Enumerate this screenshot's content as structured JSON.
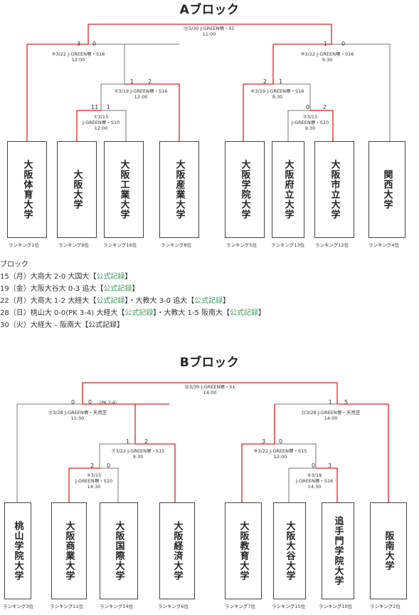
{
  "blockA": {
    "title": "Aブロック",
    "teams": [
      "大阪体育大学",
      "大阪大学",
      "大阪工業大学",
      "大阪産業大学",
      "大阪学院大学",
      "大阪府立大学",
      "大阪市立大学",
      "関西大学"
    ],
    "ranks": [
      "ランキング1位",
      "ランキング9位",
      "ランキング16位",
      "ランキング8位",
      "ランキング5位",
      "ランキング13位",
      "ランキング12位",
      "ランキング4位"
    ],
    "matches": {
      "final": [
        "⑬3/30 J-GREEN堺・S1",
        "11:00"
      ],
      "semi_left": [
        "⑨3/22 J-GREEN堺・S16",
        "12:00"
      ],
      "semi_right": [
        "⑩3/22 J-GREEN堺・S16",
        "9:30"
      ],
      "q_left": [
        "⑤3/19 J-GREEN堺・S16",
        "12:00"
      ],
      "q_right": [
        "⑥3/19 J-GREEN堺・S16",
        "9:30"
      ],
      "r1_left": [
        "①3/15",
        "J-GREEN堺・S10",
        "12:00"
      ],
      "r1_right": [
        "②3/15",
        "J-GREEN堺・S10",
        "9:30"
      ]
    },
    "scores": {
      "final": [
        "3",
        "0",
        "1",
        "0"
      ],
      "q_left": [
        "1",
        "2"
      ],
      "q_right": [
        "2",
        "1"
      ],
      "r1_left": [
        "11",
        "1"
      ],
      "r1_right": [
        "0",
        "2"
      ]
    }
  },
  "results": {
    "rows": [
      [
        "ブロック"
      ],
      [
        "15（月）大商大 2-0 大国大【",
        "公式記録",
        "】"
      ],
      [
        "19（金）大阪大谷大 0-3 追大【",
        "公式記録",
        "】"
      ],
      [
        "22（月）大商大 1-2 大経大【",
        "公式記録",
        "】・大教大 3-0 追大【",
        "公式記録",
        "】"
      ],
      [
        "28（日）桃山大 0-0(PK 3-4) 大経大【",
        "公式記録",
        "】・大教大 1-5 阪南大【",
        "公式記録",
        "】"
      ],
      [
        "30（火）大経大 – 阪南大【公式記録】"
      ]
    ]
  },
  "blockB": {
    "title": "Bブロック",
    "teams": [
      "桃山学院大学",
      "大阪商業大学",
      "大阪国際大学",
      "大阪経済大学",
      "大阪教育大学",
      "大阪大谷大学",
      "追手門学院大学",
      "阪南大学"
    ],
    "ranks": [
      "ランキング3位",
      "ランキング11位",
      "ランキング14位",
      "ランキング6位",
      "ランキング7位",
      "ランキング15位",
      "ランキング10位",
      "ランキング2位"
    ],
    "matches": {
      "final": [
        "⑭3/30 J-GREEN堺・S1",
        "14:00"
      ],
      "semi_left": [
        "⑪3/28 J-GREEN堺・天然芝",
        "11:00"
      ],
      "semi_right": [
        "⑫3/28 J-GREEN堺・天然芝",
        "14:00"
      ],
      "q_left": [
        "⑦3/22 J-GREEN堺・S15",
        "9:30"
      ],
      "q_right": [
        "⑧3/22 J-GREEN堺・S15",
        "12:00"
      ],
      "r1_left": [
        "③3/15",
        "J-GREEN堺・S10",
        "14:30"
      ],
      "r1_right": [
        "④3/19",
        "J-GREEN堺・S16",
        "14:30"
      ]
    },
    "scores": {
      "final": [
        "0",
        "0",
        "1",
        "5"
      ],
      "pk": "(PK 3-4)",
      "q_left": [
        "1",
        "2"
      ],
      "q_right": [
        "3",
        "0"
      ],
      "r1_left": [
        "2",
        "0"
      ],
      "r1_right": [
        "0",
        "3"
      ]
    }
  },
  "colors": {
    "winner": "#e02020",
    "loser": "#777777",
    "link": "#3a9a5a"
  }
}
